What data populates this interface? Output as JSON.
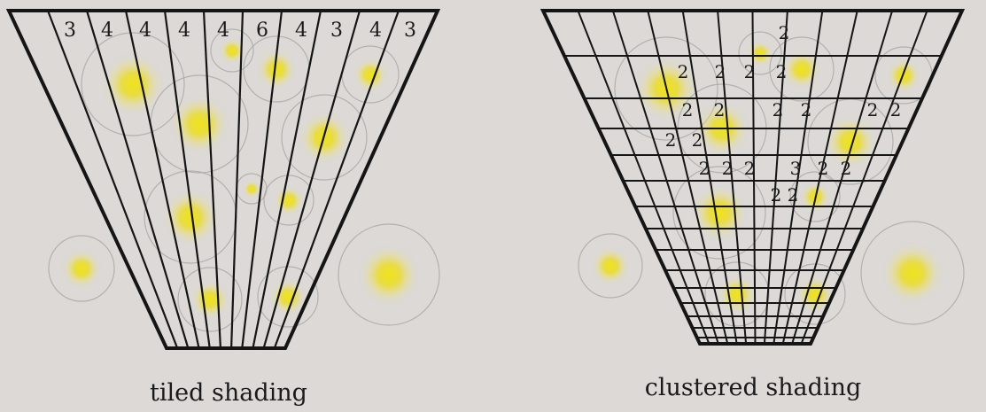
{
  "tiled": {
    "caption": "tiled shading",
    "counts": [
      "3",
      "4",
      "4",
      "4",
      "4",
      "6",
      "4",
      "3",
      "4",
      "3"
    ]
  },
  "clustered": {
    "caption": "clustered shading",
    "labels": [
      "2",
      "2",
      "2",
      "2",
      "2",
      "2",
      "2",
      "2",
      "2",
      "2",
      "2",
      "2",
      "2",
      "2",
      "2",
      "2",
      "3",
      "2",
      "2",
      "2",
      "2"
    ]
  },
  "colors": {
    "background": "#dcd9d6",
    "grid_lines": "#151515",
    "light_core": "#e8dc17",
    "light_ring": "#a9a6a4",
    "label_text": "#1a1a1a"
  }
}
